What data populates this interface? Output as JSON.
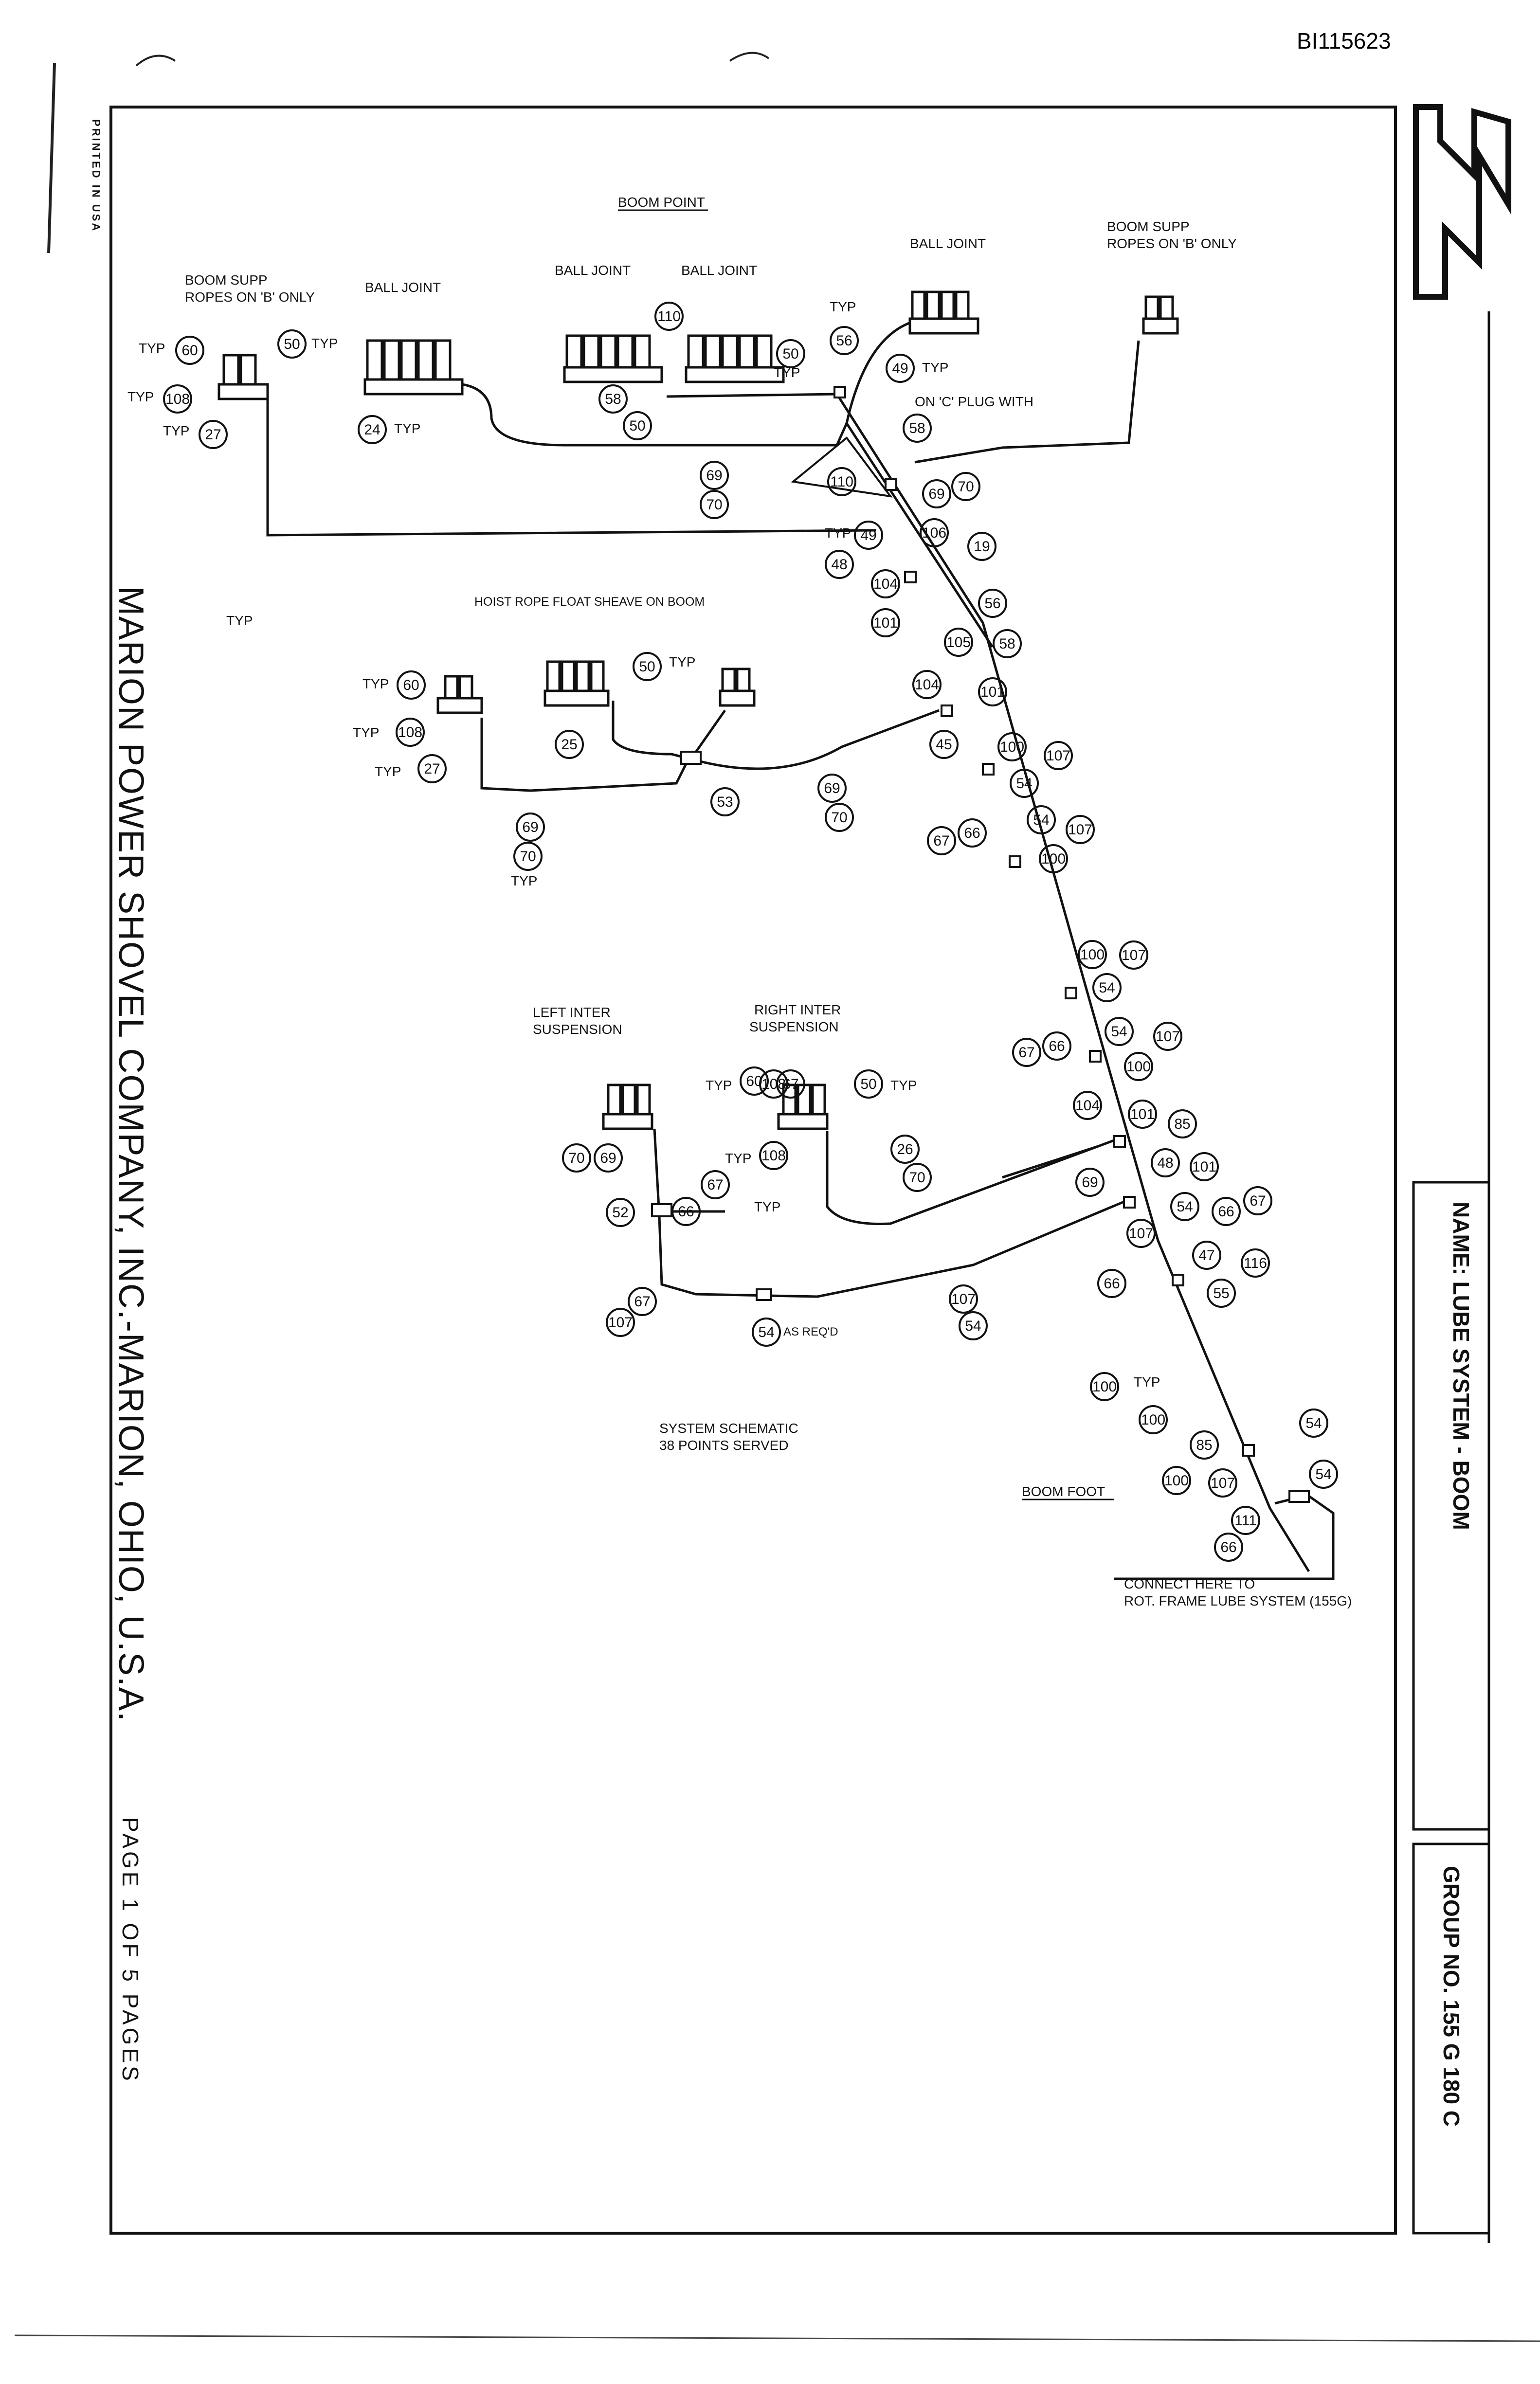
{
  "doc_id": "BI115623",
  "printed": "PRINTED IN USA",
  "company": "MARION POWER SHOVEL COMPANY, INC.-MARION, OHIO, U.S.A.",
  "page_info": "PAGE 1 OF 5 PAGES",
  "title_block": {
    "name_label": "NAME: LUBE SYSTEM - BOOM",
    "group_label": "GROUP NO. 155 G 180 C"
  },
  "labels": {
    "boom_point": "BOOM POINT",
    "ball_joint": "BALL JOINT",
    "boom_supp_left_1": "BOOM SUPP",
    "boom_supp_left_2": "ROPES ON 'B' ONLY",
    "boom_supp_right_1": "BOOM SUPP",
    "boom_supp_right_2": "ROPES ON 'B' ONLY",
    "on_c_plug": "ON 'C' PLUG WITH",
    "hoist_rope": "HOIST ROPE FLOAT SHEAVE ON BOOM",
    "left_inter_1": "LEFT INTER",
    "left_inter_2": "SUSPENSION",
    "right_inter_1": "RIGHT INTER",
    "right_inter_2": "SUSPENSION",
    "as_reqd": "AS REQ'D",
    "system_schematic": "SYSTEM SCHEMATIC",
    "points_served": "38 POINTS SERVED",
    "boom_foot": "BOOM FOOT",
    "connect_1": "CONNECT HERE TO",
    "connect_2": "ROT. FRAME LUBE SYSTEM (155G)",
    "typ": "TYP"
  },
  "balloons": [
    "60",
    "108",
    "27",
    "50",
    "24",
    "58",
    "50",
    "110",
    "50",
    "56",
    "49",
    "69",
    "70",
    "58",
    "110",
    "69",
    "70",
    "49",
    "106",
    "19",
    "48",
    "104",
    "101",
    "56",
    "105",
    "58",
    "60",
    "108",
    "27",
    "50",
    "25",
    "53",
    "69",
    "70",
    "69",
    "70",
    "104",
    "101",
    "45",
    "100",
    "107",
    "54",
    "67",
    "66",
    "54",
    "107",
    "100",
    "100",
    "107",
    "54",
    "67",
    "66",
    "54",
    "107",
    "100",
    "60",
    "50",
    "104",
    "101",
    "85",
    "70",
    "69",
    "108",
    "26",
    "70",
    "69",
    "48",
    "101",
    "107",
    "54",
    "66",
    "67",
    "47",
    "116",
    "55",
    "66",
    "67",
    "52",
    "66",
    "67",
    "107",
    "54",
    "107",
    "54",
    "100",
    "100",
    "85",
    "100",
    "107",
    "54",
    "54",
    "111",
    "66",
    "67",
    "108",
    "70"
  ]
}
